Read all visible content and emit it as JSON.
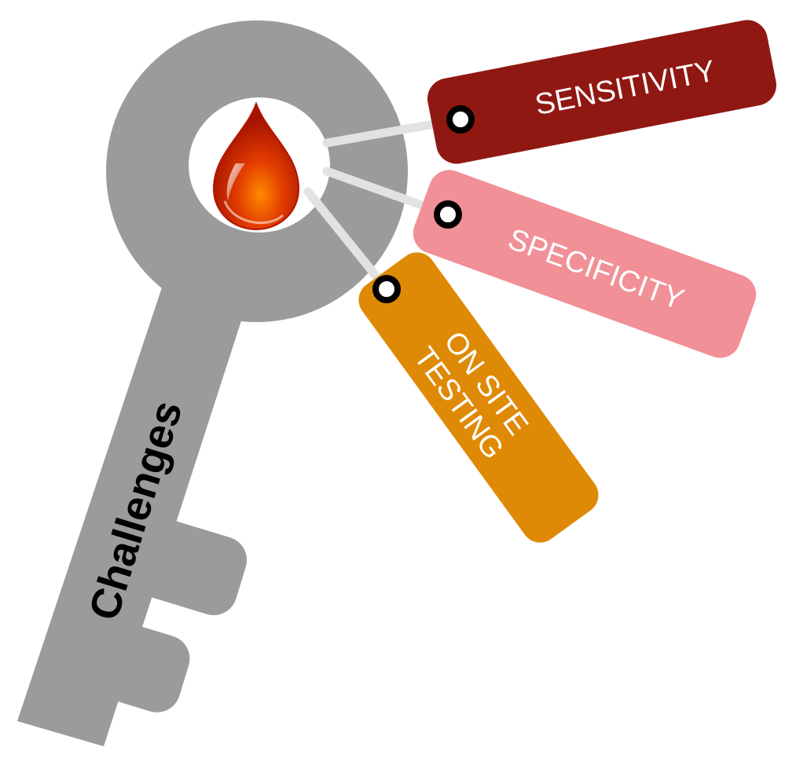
{
  "key": {
    "label": "Challenges",
    "color": "#9b9b9b"
  },
  "tags": [
    {
      "label": "SENSITIVITY",
      "color": "#901812"
    },
    {
      "label": "SPECIFICITY",
      "color": "#f19097"
    },
    {
      "label_line1": "ON SITE",
      "label_line2": "TESTING",
      "color": "#df8a06"
    }
  ],
  "icons": {
    "center": "blood-drop-icon"
  }
}
